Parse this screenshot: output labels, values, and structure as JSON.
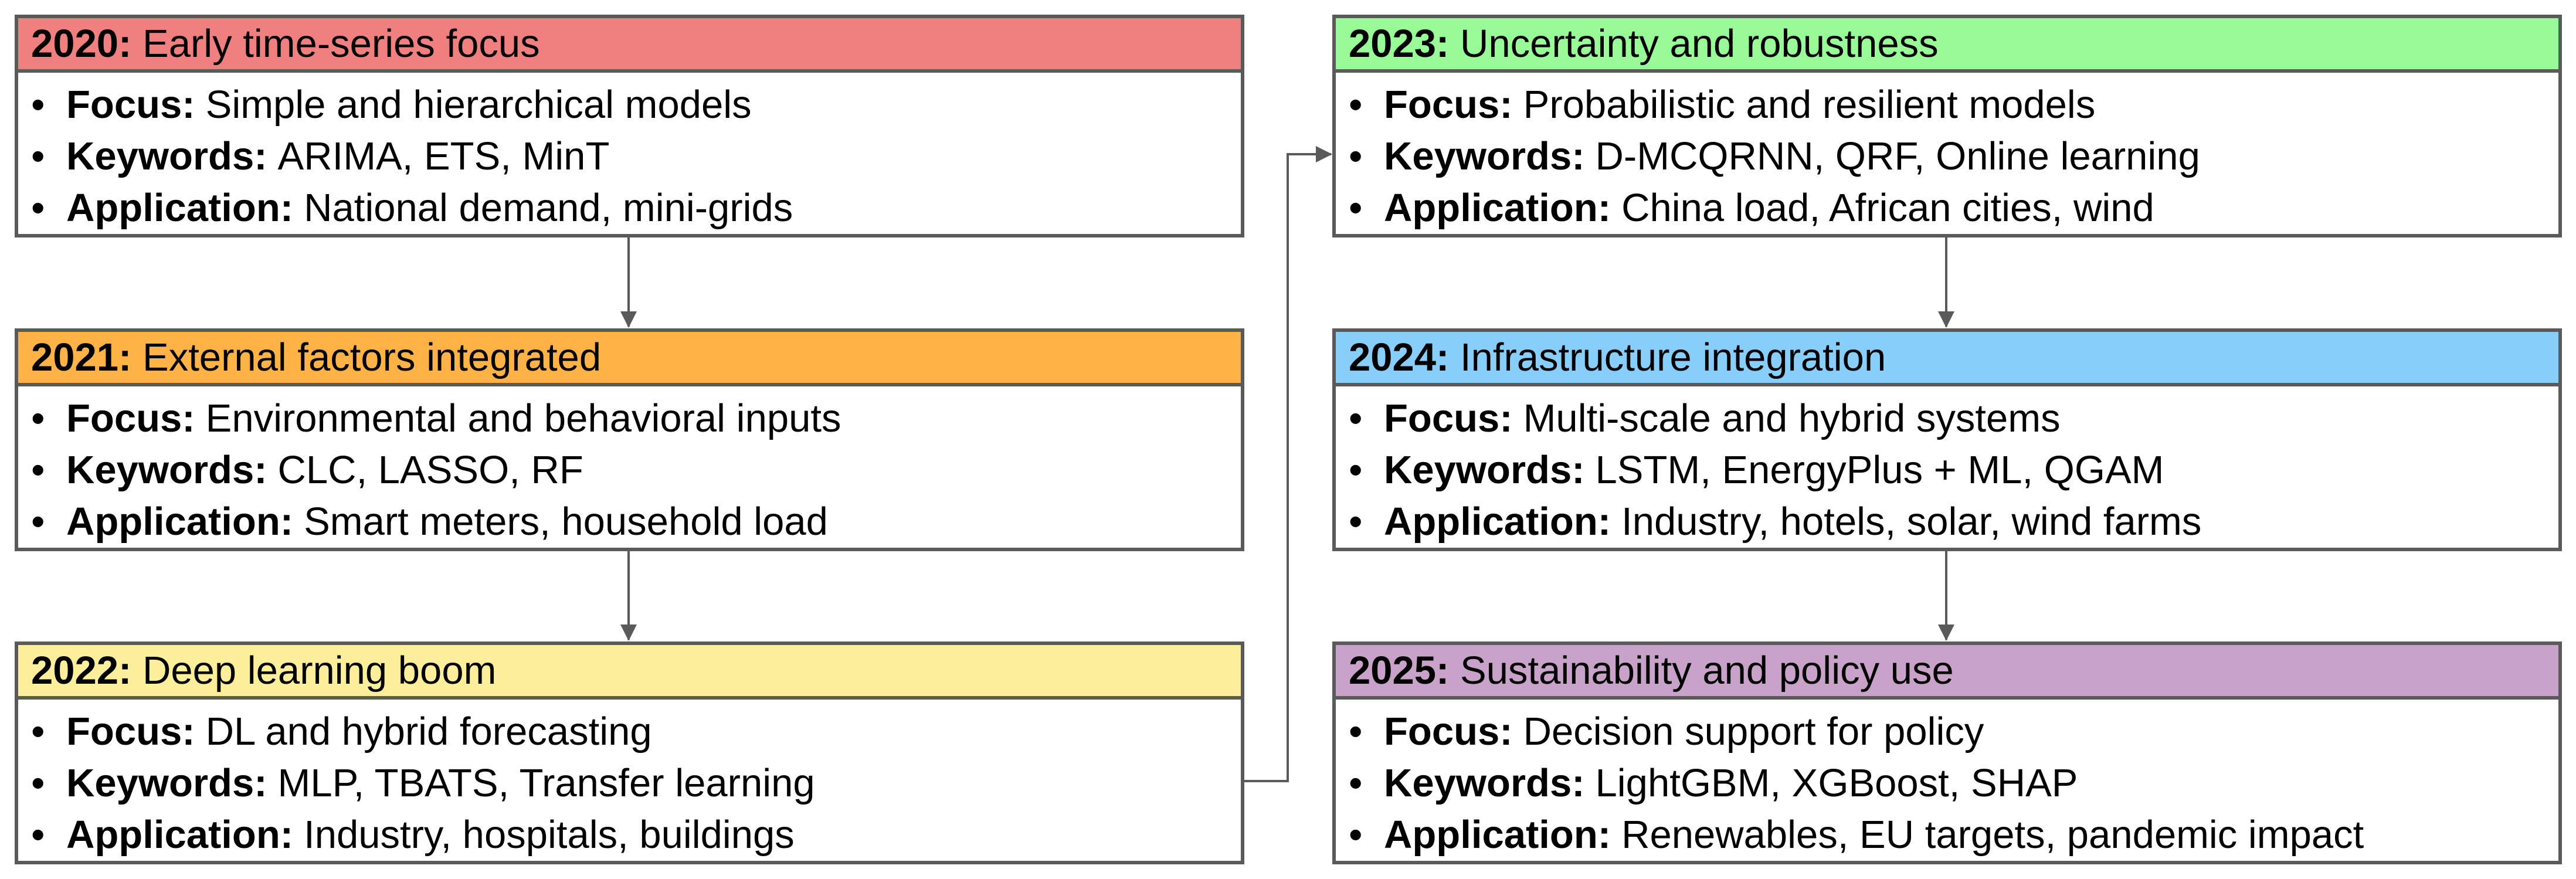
{
  "colors": {
    "2020": "#f08080",
    "2021": "#ffb347",
    "2022": "#fdee9b",
    "2023": "#98fb98",
    "2024": "#87cefa",
    "2025": "#c8a2c8",
    "border": "#5a5a5a",
    "arrow": "#5a5a5a"
  },
  "bullet_char": "•",
  "stages": [
    {
      "year": "2020:",
      "title": "Early time-series focus",
      "items": [
        {
          "label": "Focus:",
          "text": "Simple and hierarchical models"
        },
        {
          "label": "Keywords:",
          "text": "ARIMA, ETS, MinT"
        },
        {
          "label": "Application:",
          "text": "National demand, mini-grids"
        }
      ]
    },
    {
      "year": "2021:",
      "title": "External factors integrated",
      "items": [
        {
          "label": "Focus:",
          "text": "Environmental and behavioral inputs"
        },
        {
          "label": "Keywords:",
          "text": "CLC, LASSO, RF"
        },
        {
          "label": "Application:",
          "text": "Smart meters, household load"
        }
      ]
    },
    {
      "year": "2022:",
      "title": "Deep learning boom",
      "items": [
        {
          "label": "Focus:",
          "text": "DL and hybrid forecasting"
        },
        {
          "label": "Keywords:",
          "text": "MLP, TBATS, Transfer learning"
        },
        {
          "label": "Application:",
          "text": "Industry, hospitals, buildings"
        }
      ]
    },
    {
      "year": "2023:",
      "title": "Uncertainty and robustness",
      "items": [
        {
          "label": "Focus:",
          "text": "Probabilistic and resilient models"
        },
        {
          "label": "Keywords:",
          "text": "D-MCQRNN, QRF, Online learning"
        },
        {
          "label": "Application:",
          "text": "China load, African cities, wind"
        }
      ]
    },
    {
      "year": "2024:",
      "title": "Infrastructure integration",
      "items": [
        {
          "label": "Focus:",
          "text": "Multi-scale and hybrid systems"
        },
        {
          "label": "Keywords:",
          "text": "LSTM, EnergyPlus + ML, QGAM"
        },
        {
          "label": "Application:",
          "text": "Industry, hotels, solar, wind farms"
        }
      ]
    },
    {
      "year": "2025:",
      "title": "Sustainability and policy use",
      "items": [
        {
          "label": "Focus:",
          "text": "Decision support for policy"
        },
        {
          "label": "Keywords:",
          "text": "LightGBM, XGBoost, SHAP"
        },
        {
          "label": "Application:",
          "text": "Renewables, EU targets, pandemic impact"
        }
      ]
    }
  ]
}
